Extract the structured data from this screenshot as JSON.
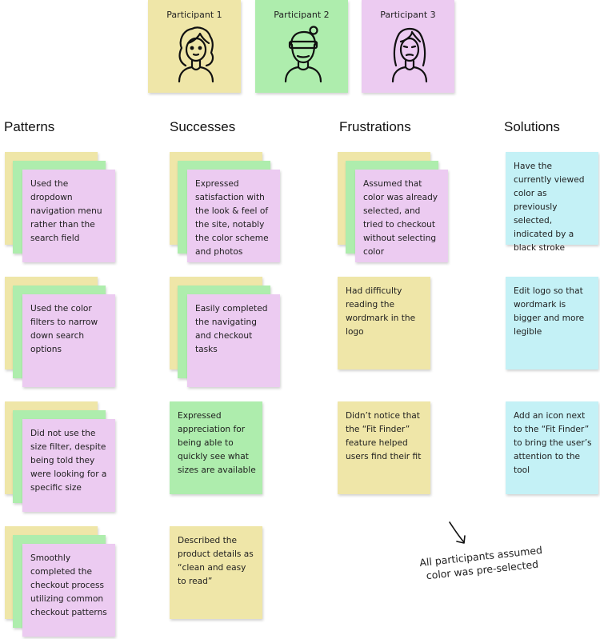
{
  "colors": {
    "yellow": "#efe6a8",
    "green": "#aeedad",
    "purple": "#eccbf1",
    "cyan": "#c4f1f6",
    "ink": "#111111"
  },
  "participants": [
    {
      "label": "Participant 1",
      "avatar_icon": "woman-curly-hair-icon"
    },
    {
      "label": "Participant 2",
      "avatar_icon": "person-glasses-bun-icon"
    },
    {
      "label": "Participant 3",
      "avatar_icon": "woman-long-hair-icon"
    }
  ],
  "columns": {
    "patterns": {
      "title": "Patterns",
      "notes": [
        "Used the dropdown navigation menu rather than the search field",
        "Used the color filters to narrow down search options",
        "Did not use the size filter, despite being told they were looking for a specific size",
        "Smoothly completed the checkout process utilizing common checkout patterns"
      ]
    },
    "successes": {
      "title": "Successes",
      "notes": [
        "Expressed satisfaction with the look & feel of the site, notably the color scheme and photos",
        "Easily completed the navigating and checkout tasks",
        "Expressed appreciation for being able to quickly see what sizes are available",
        "Described the product details as “clean and easy to read”"
      ]
    },
    "frustrations": {
      "title": "Frustrations",
      "notes": [
        "Assumed that color was already selected, and tried to checkout without selecting color",
        "Had difficulty reading the wordmark in the logo",
        "Didn’t notice that the “Fit Finder” feature helped users find their fit"
      ]
    },
    "solutions": {
      "title": "Solutions",
      "notes": [
        "Have the currently viewed color as previously selected, indicated by a black stroke",
        "Edit logo so that wordmark is bigger and more legible",
        "Add an icon next to the “Fit Finder” to bring the user’s attention to the tool"
      ]
    }
  },
  "annotation": {
    "text": "All participants assumed color was pre-selected",
    "arrow_icon": "hand-drawn-arrow-icon"
  }
}
